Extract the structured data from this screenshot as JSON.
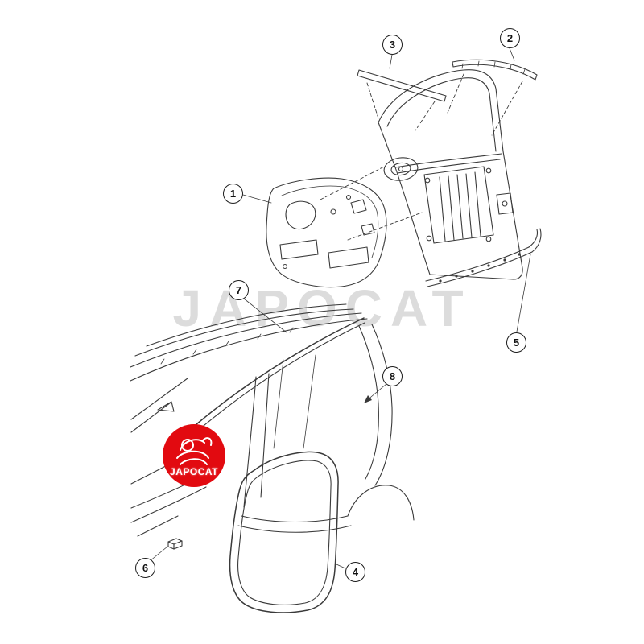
{
  "watermark": {
    "text": "JAPOCAT",
    "color": "#dcdcdc"
  },
  "logo": {
    "text": "JAPOCAT",
    "background_color": "#e20a10",
    "text_color": "#ffffff"
  },
  "diagram": {
    "type": "exploded-parts-line-drawing",
    "line_color": "#3a3a3a",
    "callouts": [
      {
        "label": "1"
      },
      {
        "label": "2"
      },
      {
        "label": "3"
      },
      {
        "label": "4"
      },
      {
        "label": "5"
      },
      {
        "label": "6"
      },
      {
        "label": "7"
      },
      {
        "label": "8"
      }
    ]
  }
}
